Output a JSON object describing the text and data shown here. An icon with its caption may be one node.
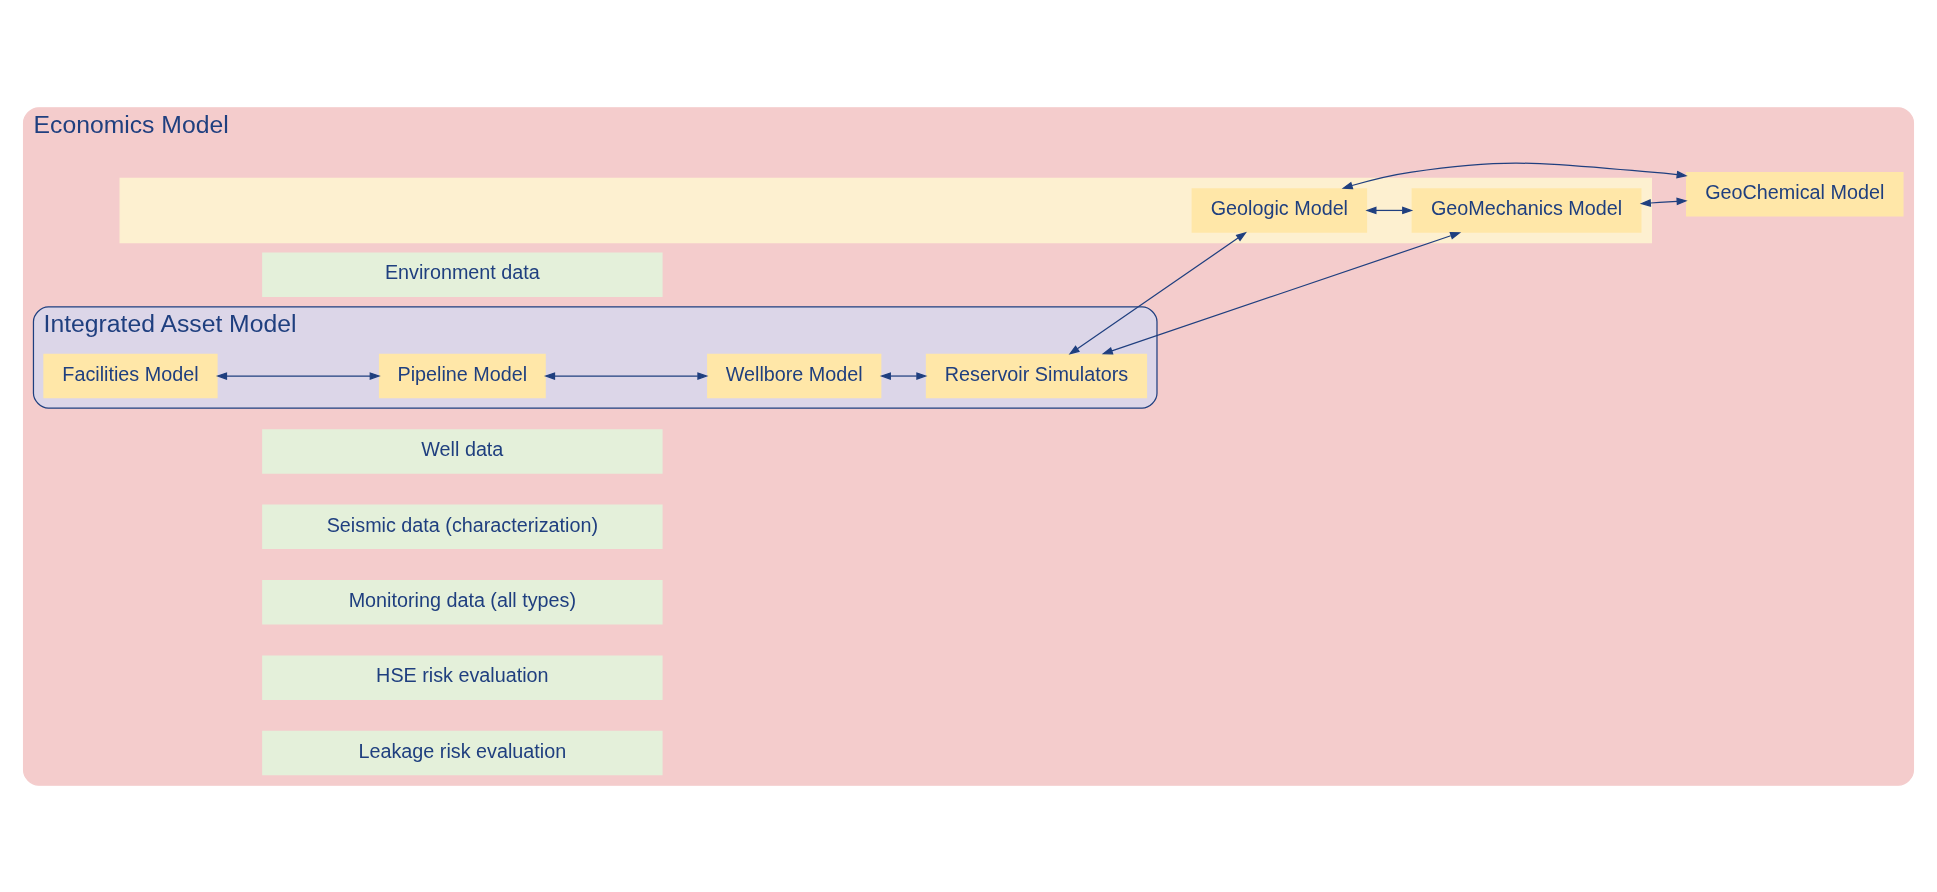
{
  "diagram": {
    "nodes": [
      {
        "text": [
          "Economics Model"
        ]
      },
      {
        "text": [],
        "shape": "box",
        "in": 0
      },
      {
        "text": [
          "Geologic Model"
        ],
        "in": 1
      },
      {
        "text": [
          "Integrated Asset Model"
        ],
        "in": 0
      },
      {
        "text": [
          "Facilities Model"
        ],
        "in": 3
      },
      {
        "text": [
          "Pipeline Model"
        ],
        "in": 3
      },
      {
        "text": [
          "Wellbore Model"
        ],
        "in": 3
      },
      {
        "text": [
          "Reservoir Simulators"
        ],
        "in": 3
      },
      {
        "text": [
          "GeoMechanics Model"
        ],
        "in": 1
      },
      {
        "text": [
          "GeoChemical Model"
        ],
        "in": 0
      },
      {
        "text": [
          "Environment data"
        ],
        "in": 0
      },
      {
        "text": [
          "Well data"
        ],
        "in": 0
      },
      {
        "text": [
          "Seismic data (characterization)"
        ],
        "in": 0
      },
      {
        "text": [
          "Monitoring data (all types)"
        ],
        "in": 0
      },
      {
        "text": [
          "HSE risk evaluation"
        ],
        "in": 0
      },
      {
        "text": [
          "Leakage risk evaluation"
        ],
        "in": 0
      }
    ],
    "edges": [
      {
        "from": 4,
        "to": 5,
        "arrow": "both"
      },
      {
        "from": 5,
        "to": 6,
        "arrow": "both"
      },
      {
        "from": 6,
        "to": 7,
        "arrow": "both"
      },
      {
        "from": 7,
        "to": 2,
        "arrow": "both"
      },
      {
        "from": 7,
        "to": 8,
        "arrow": "both"
      },
      {
        "from": 2,
        "to": 8,
        "arrow": "both"
      },
      {
        "from": 2,
        "to": 9,
        "arrow": "both"
      },
      {
        "from": 8,
        "to": 9,
        "arrow": "both"
      }
    ]
  }
}
